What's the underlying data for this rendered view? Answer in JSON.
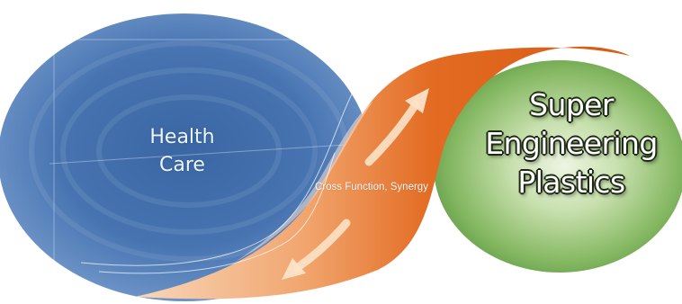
{
  "diagram": {
    "health_care_label": "Health\nCare",
    "super_engineering_plastics_label": "Super\nEngineering\nPlastics",
    "connector_label": "Cross Function, Synergy"
  },
  "colors": {
    "blue_oval": "#3d6eae",
    "blue_oval_light": "#9fb9dc",
    "green_oval": "#6aa048",
    "green_oval_light": "#d7e9c4",
    "orange_band": "#e46a1e",
    "orange_band_light": "#f6c29a",
    "arrow": "#fbe3c8"
  },
  "icons": {
    "arrow_up": "arrow-up-right-icon",
    "arrow_down": "arrow-down-left-icon"
  }
}
